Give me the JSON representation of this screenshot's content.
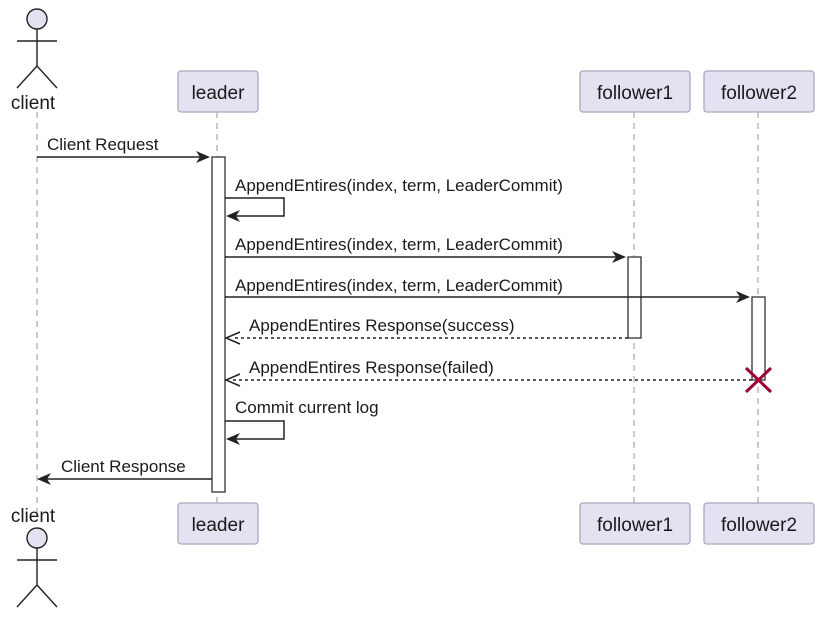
{
  "colors": {
    "participant_fill": "#e2e2f0",
    "participant_border": "#a8a8c0",
    "lifeline": "#b8b8b8",
    "line": "#222222",
    "destroy_mark": "#a80036"
  },
  "participants": {
    "client": {
      "label": "client",
      "kind": "actor"
    },
    "leader": {
      "label": "leader",
      "kind": "participant"
    },
    "follower1": {
      "label": "follower1",
      "kind": "participant"
    },
    "follower2": {
      "label": "follower2",
      "kind": "participant"
    }
  },
  "messages": [
    {
      "from": "client",
      "to": "leader",
      "label": "Client Request",
      "style": "solid"
    },
    {
      "from": "leader",
      "to": "leader",
      "label": "AppendEntires(index, term, LeaderCommit)",
      "style": "solid"
    },
    {
      "from": "leader",
      "to": "follower1",
      "label": "AppendEntires(index, term, LeaderCommit)",
      "style": "solid"
    },
    {
      "from": "leader",
      "to": "follower2",
      "label": "AppendEntires(index, term, LeaderCommit)",
      "style": "solid"
    },
    {
      "from": "follower1",
      "to": "leader",
      "label": "AppendEntires Response(success)",
      "style": "dashed"
    },
    {
      "from": "follower2",
      "to": "leader",
      "label": "AppendEntires Response(failed)",
      "style": "dashed"
    },
    {
      "from": "leader",
      "to": "leader",
      "label": "Commit current log",
      "style": "solid"
    },
    {
      "from": "leader",
      "to": "client",
      "label": "Client Response",
      "style": "solid"
    }
  ],
  "destroyed": "follower2"
}
